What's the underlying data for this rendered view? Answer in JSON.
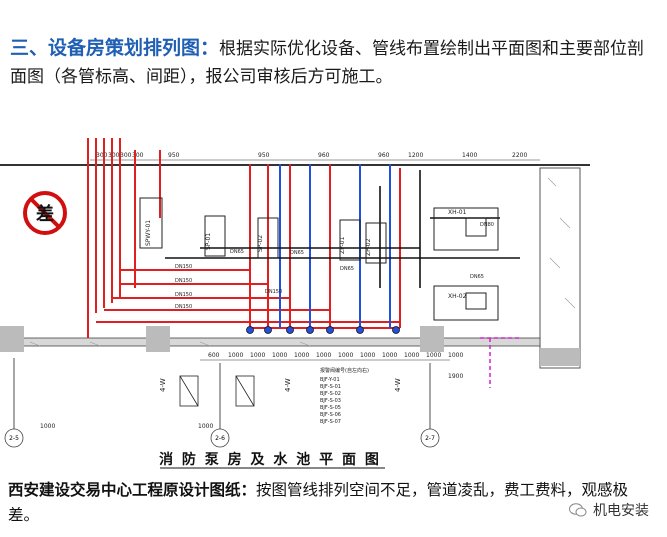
{
  "heading": {
    "title": "三、设备房策划排列图：",
    "body": "根据实际优化设备、管线布置绘制出平面图和主要部位剖面图（各管标高、间距），报公司审核后方可施工。"
  },
  "drawing": {
    "stamp": "差",
    "plan_title": "消 防 泵 房 及 水 池 平 面 图",
    "top_dims": [
      "300",
      "300",
      "300",
      "300",
      "950",
      "950",
      "960",
      "960",
      "1200",
      "1400",
      "2200"
    ],
    "bottom_dims": [
      "600",
      "1000",
      "1000",
      "1000",
      "1000",
      "1000",
      "1000",
      "1000",
      "1000",
      "1000",
      "1000",
      "1000"
    ],
    "equipment_labels": [
      "SPWY-01",
      "SP-01",
      "SP-02",
      "ZP-01",
      "ZP-02",
      "XH-01",
      "XH-02"
    ],
    "pipe_labels": [
      "DN150",
      "DN150",
      "DN150",
      "DN150",
      "DN150",
      "DN65",
      "DN65",
      "DN65",
      "DN65",
      "DN80"
    ],
    "valve_list": [
      "BJF-Y-01",
      "BJF-S-01",
      "BJF-S-02",
      "BJF-S-03",
      "BJF-S-05",
      "BJF-S-06",
      "BJF-S-07"
    ],
    "valve_list_title": "报警阀编号(自左向右)",
    "grid_labels": [
      "2-5",
      "2-6",
      "2-7"
    ],
    "pump_group_labels": [
      "4-W",
      "4-W",
      "4-W"
    ],
    "side_dims": [
      "1000",
      "1900",
      "1000"
    ]
  },
  "caption": {
    "bold": "西安建设交易中心工程原设计图纸：",
    "text": "按图管线排列空间不足，管道凌乱，费工费料，观感极差。"
  },
  "brand": {
    "name": "机电安装"
  },
  "colors": {
    "accent": "#1f5fb4",
    "red_pipe": "#e02020",
    "blue_pipe": "#2050e0",
    "magenta": "#d020d0",
    "stamp_red": "#d01010"
  }
}
